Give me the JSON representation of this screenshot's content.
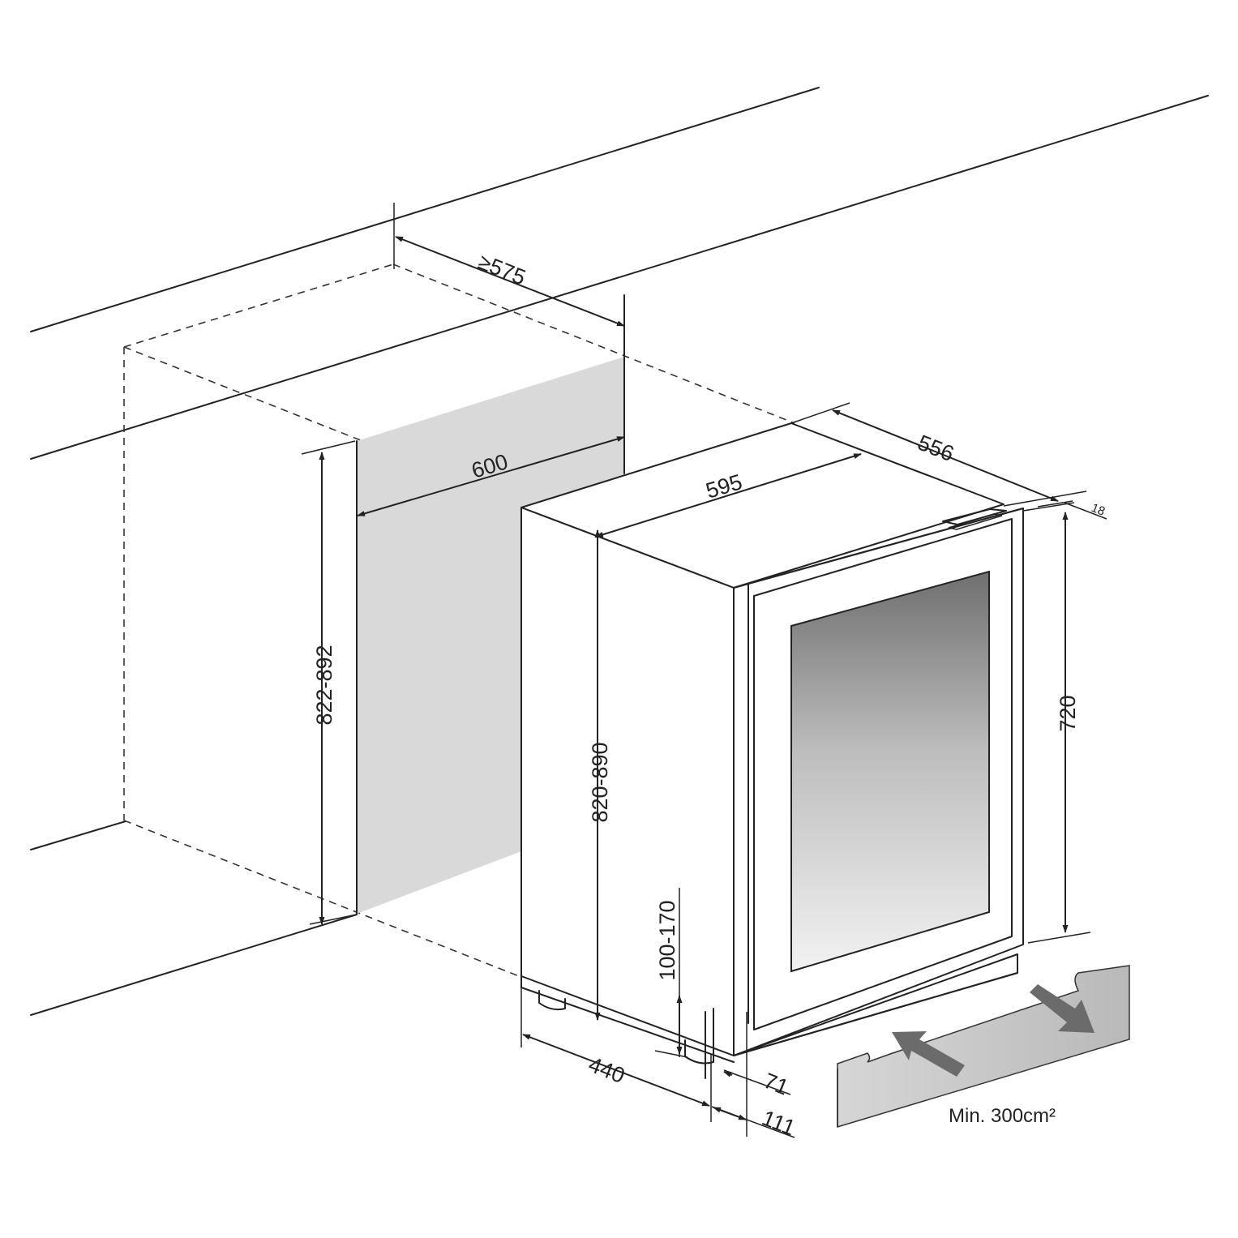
{
  "dimensions": {
    "niche_depth": "≥575",
    "niche_width": "600",
    "niche_height": "822-892",
    "appliance_width": "595",
    "appliance_depth": "556",
    "door_thickness": "18",
    "appliance_height": "820-890",
    "door_height": "720",
    "plinth_height": "100-170",
    "foot_depth": "440",
    "plinth_setback_a": "71",
    "plinth_setback_b": "111"
  },
  "ventilation": {
    "note": "Min. 300cm²"
  },
  "colors": {
    "line": "#222222",
    "niche_fill": "#d9d9d9",
    "grille_fill": "#c9c9c9",
    "arrow_fill": "#6b6b6b"
  }
}
